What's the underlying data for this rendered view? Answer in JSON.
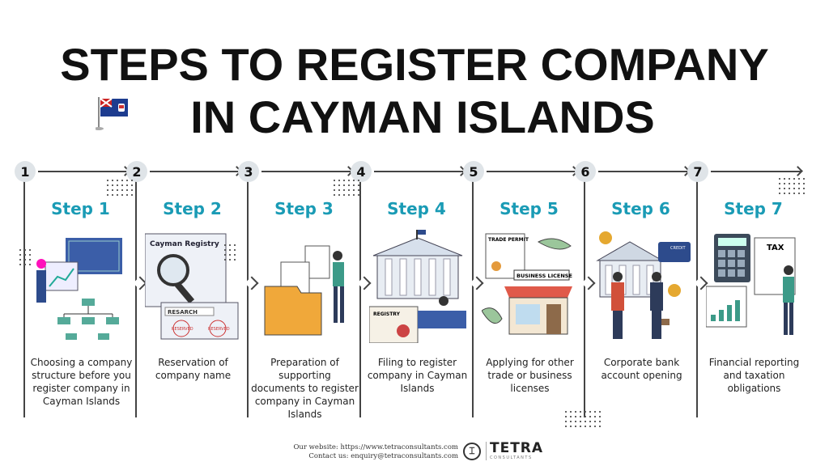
{
  "title": {
    "line1": "STEPS TO REGISTER COMPANY",
    "line2": "IN CAYMAN ISLANDS"
  },
  "accent_color": "#1a9bb5",
  "steps": [
    {
      "number": "1",
      "label": "Step 1",
      "description": "Choosing a company structure before you register company in Cayman Islands",
      "icon": "org-chart-blueprint-icon"
    },
    {
      "number": "2",
      "label": "Step 2",
      "description": "Reservation of company name",
      "icon": "registry-search-icon",
      "art": {
        "a": "Cayman Registry",
        "b": "RESARCH",
        "c": "RESERVED"
      }
    },
    {
      "number": "3",
      "label": "Step 3",
      "description": "Preparation of supporting documents to register company in Cayman Islands",
      "icon": "document-folder-icon"
    },
    {
      "number": "4",
      "label": "Step 4",
      "description": "Filing to register company in Cayman Islands",
      "icon": "government-building-icon",
      "art": {
        "a": "REGISTRY"
      }
    },
    {
      "number": "5",
      "label": "Step 5",
      "description": "Applying for other trade or business licenses",
      "icon": "storefront-license-icon",
      "art": {
        "a": "TRADE PERMIT",
        "b": "BUSINESS LICENSE"
      }
    },
    {
      "number": "6",
      "label": "Step 6",
      "description": "Corporate bank account opening",
      "icon": "bank-handshake-icon",
      "art": {
        "a": "CREDIT"
      }
    },
    {
      "number": "7",
      "label": "Step 7",
      "description": "Financial reporting and taxation obligations",
      "icon": "calculator-tax-icon",
      "art": {
        "a": "TAX"
      }
    }
  ],
  "footer": {
    "website": "Our website: https://www.tetraconsultants.com",
    "contact": "Contact us: enquiry@tetraconsultants.com",
    "logo_name": "TETRA",
    "logo_sub": "CONSULTANTS"
  }
}
